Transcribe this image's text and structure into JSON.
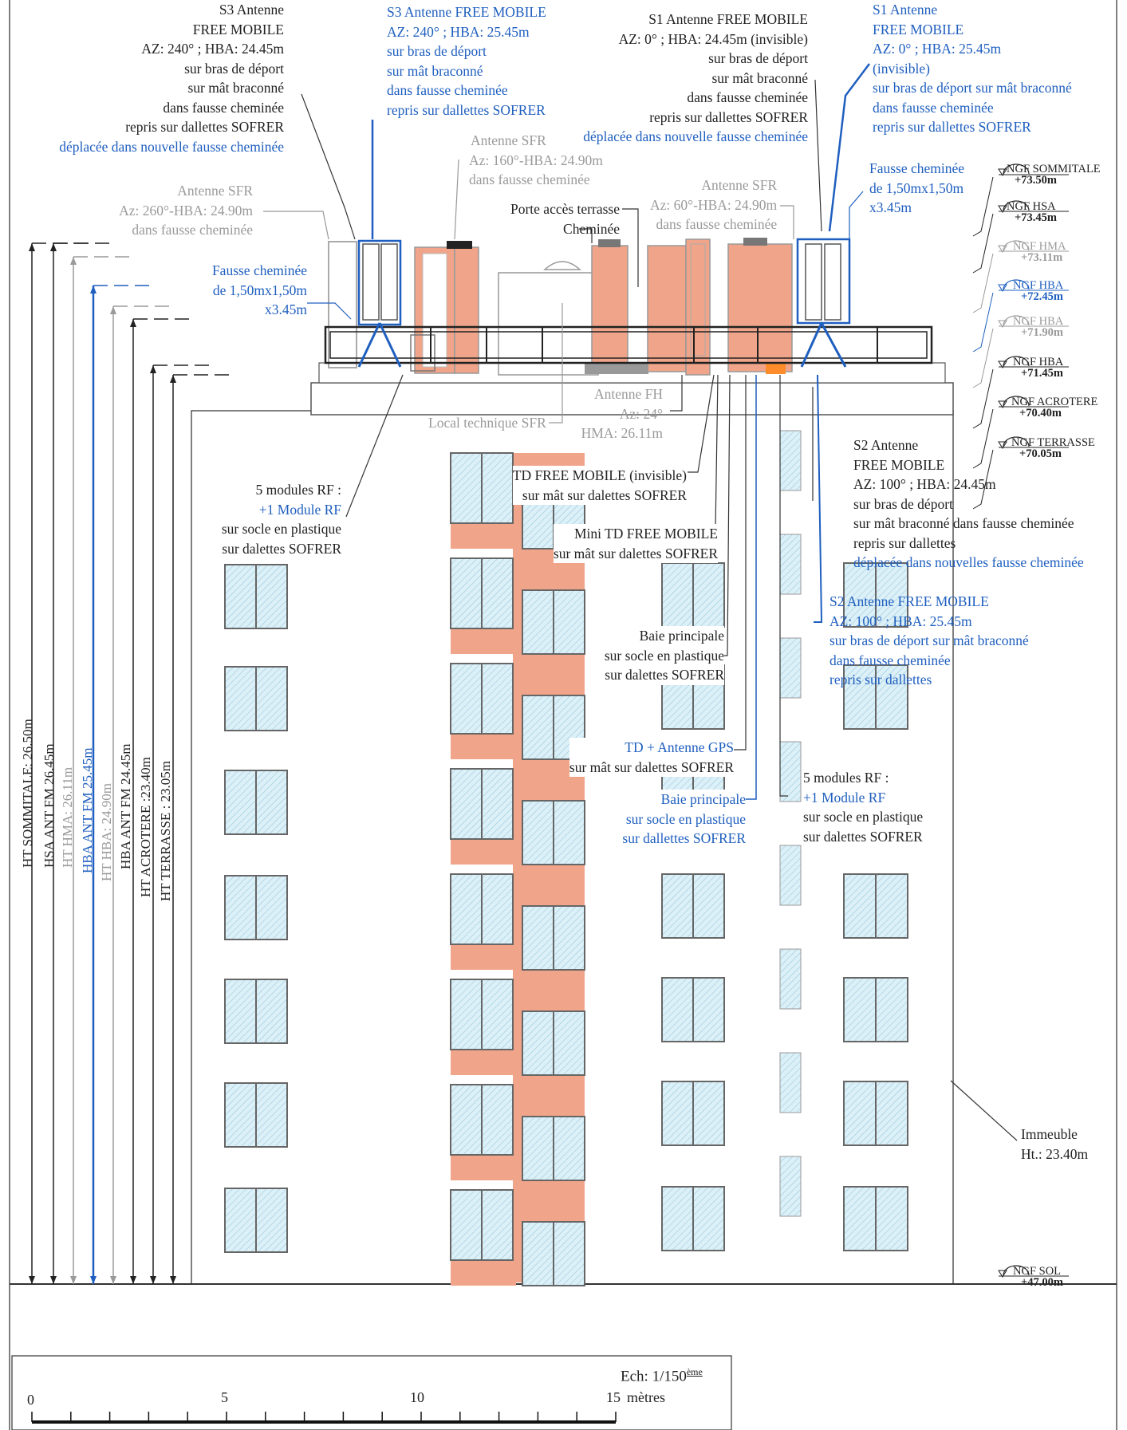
{
  "labels": {
    "s3_existing": [
      "S3 Antenne",
      "FREE MOBILE",
      "AZ: 240° ; HBA: 24.45m",
      "sur bras de déport",
      "sur mât braconné",
      "dans fausse cheminée",
      "repris sur dallettes SOFRER"
    ],
    "s3_moved": "déplacée dans nouvelle fausse cheminée",
    "s3_new": [
      "S3 Antenne  FREE MOBILE",
      "AZ: 240° ; HBA: 25.45m",
      "sur bras de déport",
      "sur mât braconné",
      "dans fausse cheminée",
      "repris sur dallettes SOFRER"
    ],
    "s1_existing": [
      "S1 Antenne FREE MOBILE",
      "AZ: 0° ; HBA: 24.45m (invisible)",
      "sur bras de déport",
      "sur mât braconné",
      "dans fausse cheminée",
      "repris sur dallettes SOFRER"
    ],
    "s1_moved": "déplacée dans nouvelle fausse cheminée",
    "s1_new": [
      "S1 Antenne",
      "FREE MOBILE",
      "AZ: 0° ; HBA: 25.45m",
      "(invisible)",
      "sur bras de déport sur mât braconné",
      "dans fausse cheminée",
      "repris sur dallettes SOFRER"
    ],
    "sfr_160": [
      "Antenne SFR",
      "Az: 160°-HBA: 24.90m",
      "dans fausse cheminée"
    ],
    "sfr_260": [
      "Antenne SFR",
      "Az: 260°-HBA: 24.90m",
      "dans fausse cheminée"
    ],
    "sfr_60": [
      "Antenne SFR",
      "Az: 60°-HBA: 24.90m",
      "dans fausse cheminée"
    ],
    "porte": [
      "Porte accès terrasse",
      "Cheminée"
    ],
    "fausse_left": [
      "Fausse cheminée",
      "de 1,50mx1,50m",
      "x3.45m"
    ],
    "fausse_right": [
      "Fausse cheminée",
      "de 1,50mx1,50m",
      "x3.45m"
    ],
    "antenne_fh": [
      "Antenne FH",
      "Az: 24°",
      "HMA: 26.11m"
    ],
    "local_sfr": "Local technique SFR",
    "modules_left_1": "5 modules RF :",
    "modules_left_2": "+1 Module RF",
    "modules_left_3": [
      "sur socle en plastique",
      "sur dalettes SOFRER"
    ],
    "td_invisible": [
      "TD FREE MOBILE (invisible)",
      "sur mât sur dalettes SOFRER"
    ],
    "mini_td": [
      "Mini TD FREE MOBILE",
      "sur mât sur dalettes SOFRER"
    ],
    "s2_existing": [
      "S2 Antenne",
      "FREE MOBILE",
      "AZ: 100° ; HBA: 24.45m",
      "sur bras de déport",
      "sur mât braconné dans fausse cheminée",
      "repris sur dallettes"
    ],
    "s2_moved": "déplacée dans nouvelles fausse cheminée",
    "s2_new": [
      "S2 Antenne  FREE MOBILE",
      "AZ: 100° ; HBA: 25.45m",
      "sur bras de déport sur mât braconné",
      "dans fausse cheminée",
      "repris sur dallettes"
    ],
    "baie_principale": [
      "Baie principale",
      "sur socle en plastique",
      "sur dalettes SOFRER"
    ],
    "td_gps_1": "TD + Antenne GPS",
    "td_gps_2": "sur mât sur dalettes SOFRER",
    "baie_new": [
      "Baie principale",
      "sur socle en plastique",
      "sur dallettes SOFRER"
    ],
    "modules_right_1": "5 modules RF :",
    "modules_right_2": "+1 Module RF",
    "modules_right_3": [
      "sur socle en plastique",
      "sur dalettes SOFRER"
    ],
    "immeuble": [
      "Immeuble",
      "Ht.: 23.40m"
    ]
  },
  "levels": [
    {
      "name": "NGF SOMMITALE",
      "value": "+73.50m",
      "tone": "dark"
    },
    {
      "name": "NGF HSA",
      "value": "+73.45m",
      "tone": "dark"
    },
    {
      "name": "NGF HMA",
      "value": "+73.11m",
      "tone": "grey"
    },
    {
      "name": "NGF HBA",
      "value": "+72.45m",
      "tone": "blue"
    },
    {
      "name": "NGF HBA",
      "value": "+71.90m",
      "tone": "grey"
    },
    {
      "name": "NGF HBA",
      "value": "+71.45m",
      "tone": "dark"
    },
    {
      "name": "NGF ACROTERE",
      "value": "+70.40m",
      "tone": "dark"
    },
    {
      "name": "NGF TERRASSE",
      "value": "+70.05m",
      "tone": "dark"
    },
    {
      "name": "NGF SOL",
      "value": "+47.00m",
      "tone": "dark"
    }
  ],
  "heights": [
    {
      "text": "HT SOMMITALE: 26.50m",
      "tone": "dark"
    },
    {
      "text": "HSA ANT FM 26.45m",
      "tone": "dark"
    },
    {
      "text": "HT HMA: 26.11m",
      "tone": "grey"
    },
    {
      "text": "HBA ANT FM 25.45m",
      "tone": "blue"
    },
    {
      "text": "HT HBA: 24.90m",
      "tone": "grey"
    },
    {
      "text": "HBA ANT FM 24.45m",
      "tone": "dark"
    },
    {
      "text": "HT ACROTERE :23.40m",
      "tone": "dark"
    },
    {
      "text": "HT TERRASSE : 23.05m",
      "tone": "dark"
    }
  ],
  "scale": {
    "title": "Ech: 1/150",
    "superscript": "ème",
    "ticks": [
      "0",
      "5",
      "10",
      "15"
    ],
    "unit": "mètres"
  },
  "colors": {
    "free_blue": "#1f5fbf",
    "existing_dark": "#222222",
    "sfr_grey": "#9a9a9a",
    "chimney_orange": "#f0a58a",
    "window_blue": "#d3ecf6"
  }
}
